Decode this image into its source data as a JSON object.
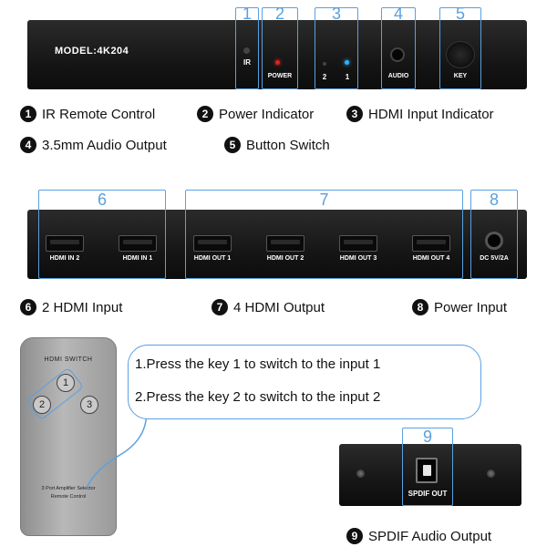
{
  "front_panel": {
    "model": "MODEL:4K204",
    "ir_label": "IR",
    "power_label": "POWER",
    "input_num_2": "2",
    "input_num_1": "1",
    "audio_label": "AUDIO",
    "key_label": "KEY",
    "callouts": [
      "1",
      "2",
      "3",
      "4",
      "5"
    ]
  },
  "front_legend": [
    {
      "num": "1",
      "text": "IR Remote Control"
    },
    {
      "num": "2",
      "text": "Power Indicator"
    },
    {
      "num": "3",
      "text": "HDMI Input Indicator"
    },
    {
      "num": "4",
      "text": "3.5mm Audio Output"
    },
    {
      "num": "5",
      "text": "Button Switch"
    }
  ],
  "rear_panel": {
    "ports": [
      "HDMI IN 2",
      "HDMI IN 1",
      "HDMI OUT 1",
      "HDMI OUT 2",
      "HDMI OUT 3",
      "HDMI OUT 4"
    ],
    "dc_label": "DC 5V/2A",
    "callouts": [
      "6",
      "7",
      "8"
    ]
  },
  "rear_legend": [
    {
      "num": "6",
      "text": "2 HDMI Input"
    },
    {
      "num": "7",
      "text": "4 HDMI Output"
    },
    {
      "num": "8",
      "text": "Power Input"
    }
  ],
  "remote": {
    "title": "HDMI SWITCH",
    "key1": "1",
    "key2": "2",
    "key3": "3",
    "footer_line1": "3 Port Amplifier Selector",
    "footer_line2": "Remote Control"
  },
  "instructions": {
    "line1": "1.Press the key 1 to switch to the input 1",
    "line2": "2.Press the key 2 to switch to the input 2"
  },
  "spdif": {
    "callout": "9",
    "port_label": "SPDIF OUT",
    "legend_num": "9",
    "legend_text": "SPDIF Audio Output"
  },
  "colors": {
    "callout_blue": "#5aa0e0",
    "power_led": "#e02020",
    "input_led": "#30b0ff"
  }
}
